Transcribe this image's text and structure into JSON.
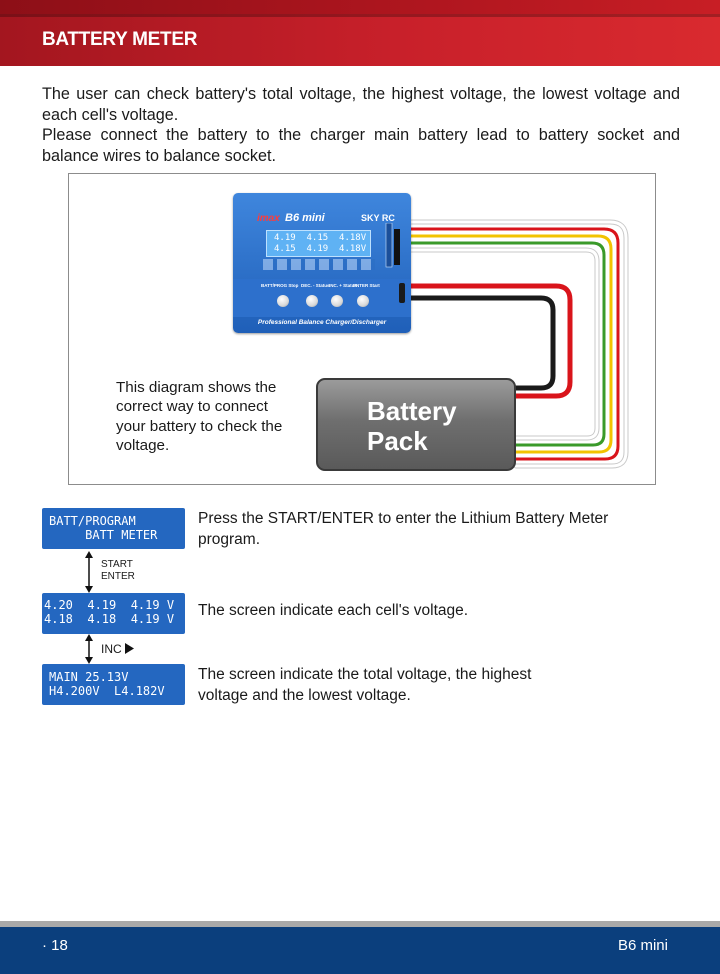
{
  "header": {
    "title": "BATTERY METER"
  },
  "intro": {
    "p1": "The user can check battery's total voltage, the highest voltage, the lowest voltage and each cell's voltage.",
    "p2": "Please connect the battery to the charger main battery lead to battery socket and balance wires to balance socket."
  },
  "diagram": {
    "charger": {
      "brand": "imax",
      "model": "B6 mini",
      "maker": "SKY RC",
      "lcd_line1": "4.19  4.15  4.18V",
      "lcd_line2": "4.15  4.19  4.18V",
      "keys": [
        "BATT/PROG Stop",
        "DEC. - Status",
        "INC. + Status",
        "ENTER Start"
      ],
      "footer": "Professional Balance Charger/Discharger"
    },
    "battery_label_1": "Battery",
    "battery_label_2": "Pack",
    "caption": "This diagram shows the correct way to connect your battery to check the voltage.",
    "colors": {
      "wire_red": "#d9141b",
      "wire_black": "#1a1a1a",
      "wire_yellow": "#f2c300",
      "wire_green": "#3a9a2a",
      "wire_white": "#ffffff",
      "charger_blue": "#2467c0"
    }
  },
  "steps": [
    {
      "lcd_line1": "BATT/PROGRAM",
      "lcd_line2": "     BATT METER",
      "text": "Press the START/ENTER to enter the Lithium Battery Meter program."
    },
    {
      "lcd_line1": "4.20  4.19  4.19 V",
      "lcd_line2": "4.18  4.18  4.19 V",
      "text": "The screen indicate each cell's voltage."
    },
    {
      "lcd_line1": "MAIN 25.13V",
      "lcd_line2": "H4.200V  L4.182V",
      "text": "The screen indicate the total voltage, the highest voltage and the lowest voltage."
    }
  ],
  "transitions": {
    "first_label_1": "START",
    "first_label_2": "ENTER",
    "second_label": "INC"
  },
  "footer": {
    "page": "·  18",
    "model": "B6 mini"
  }
}
